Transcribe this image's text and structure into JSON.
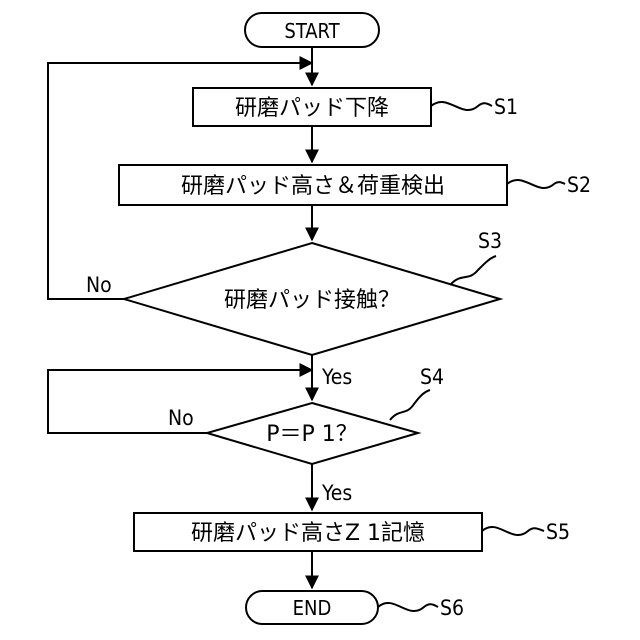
{
  "start": {
    "label": "START"
  },
  "end": {
    "label": "END",
    "step": "S6"
  },
  "steps": [
    {
      "id": "S1",
      "text": "研磨パッド下降"
    },
    {
      "id": "S2",
      "text": "研磨パッド高さ＆荷重検出"
    },
    {
      "id": "S3",
      "text": "研磨パッド接触？"
    },
    {
      "id": "S4",
      "text": "P＝P 1？"
    },
    {
      "id": "S5",
      "text": "研磨パッド高さZ 1記憶"
    }
  ],
  "branches": {
    "s3_yes": "Yes",
    "s3_no": "No",
    "s4_yes": "Yes",
    "s4_no": "No"
  }
}
